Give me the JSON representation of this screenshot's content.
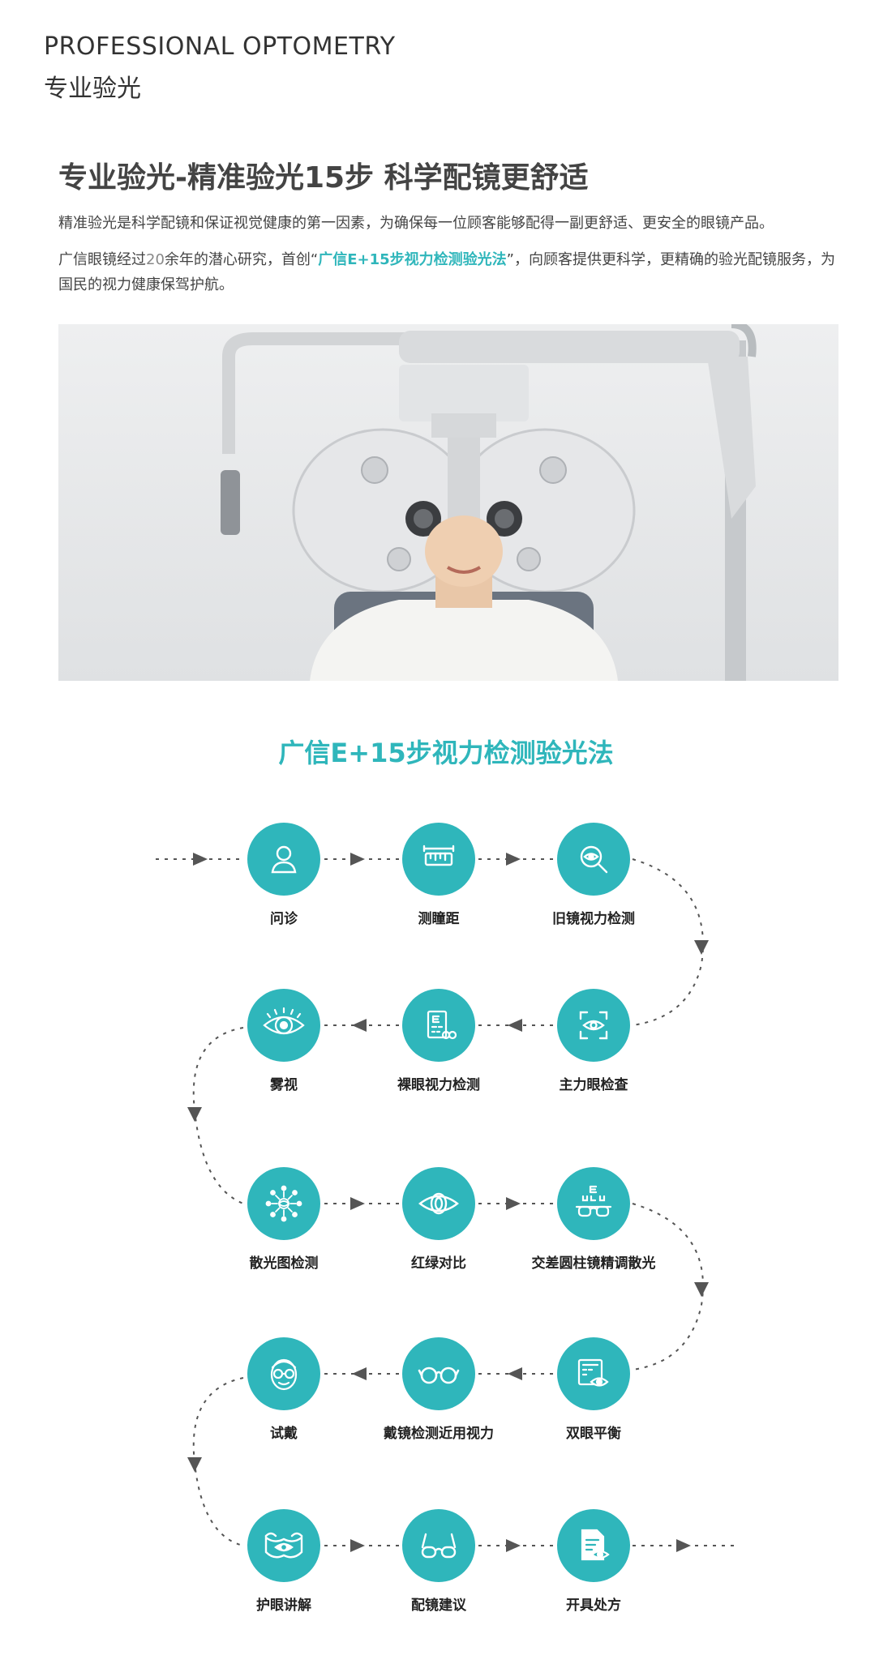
{
  "header": {
    "title_en": "PROFESSIONAL OPTOMETRY",
    "title_cn": "专业验光"
  },
  "article": {
    "title": "专业验光-精准验光15步 科学配镜更舒适",
    "para1": "精准验光是科学配镜和保证视觉健康的第一因素，为确保每一位顾客能够配得一副更舒适、更安全的眼镜产品。",
    "para2_a": "广信眼镜经过",
    "para2_num": "20",
    "para2_b": "余年的潜心研究，首创“",
    "para2_highlight": "广信E+15步视力检测验光法",
    "para2_c": "”，向顾客提供更科学，更精确的验光配镜服务，为国民的视力健康保驾护航。"
  },
  "section": {
    "title": "广信E+15步视力检测验光法"
  },
  "theme": {
    "accent": "#2fb6bb",
    "text": "#333333",
    "arrow": "#555555"
  },
  "steps": [
    {
      "label": "问诊",
      "icon": "person-icon"
    },
    {
      "label": "测瞳距",
      "icon": "ruler-icon"
    },
    {
      "label": "旧镜视力检测",
      "icon": "magnifier-eye-icon"
    },
    {
      "label": "主力眼检查",
      "icon": "eye-scan-icon"
    },
    {
      "label": "裸眼视力检测",
      "icon": "eye-chart-icon"
    },
    {
      "label": "雾视",
      "icon": "eye-iris-icon"
    },
    {
      "label": "散光图检测",
      "icon": "astigmatism-dial-icon"
    },
    {
      "label": "红绿对比",
      "icon": "eye-outline-icon"
    },
    {
      "label": "交差圆柱镜精调散光",
      "icon": "chart-glasses-icon"
    },
    {
      "label": "双眼平衡",
      "icon": "monitor-eye-icon"
    },
    {
      "label": "戴镜检测近用视力",
      "icon": "glasses-icon"
    },
    {
      "label": "试戴",
      "icon": "face-glasses-icon"
    },
    {
      "label": "护眼讲解",
      "icon": "eye-shield-icon"
    },
    {
      "label": "配镜建议",
      "icon": "glasses-outline-icon"
    },
    {
      "label": "开具处方",
      "icon": "prescription-icon"
    }
  ]
}
